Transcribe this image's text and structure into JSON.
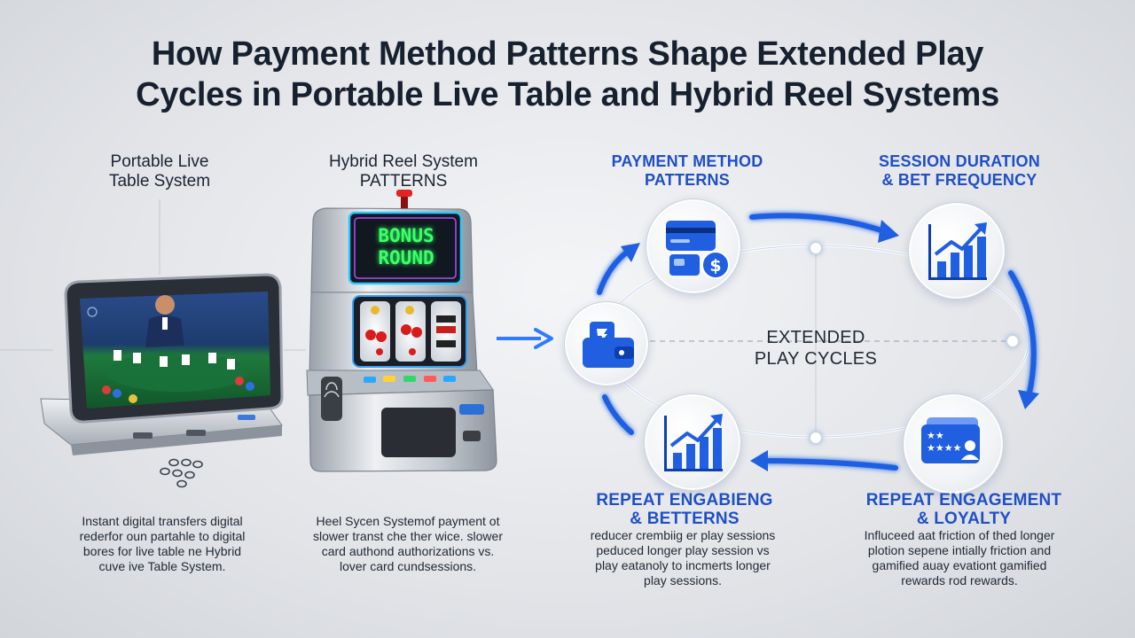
{
  "title": {
    "line1": "How Payment Method Patterns Shape Extended Play",
    "line2": "Cycles in Portable Live Table and Hybrid Reel Systems"
  },
  "portable": {
    "heading_line1": "Portable Live",
    "heading_line2": "Table System",
    "desc_line1": "Instant digital transfers digital",
    "desc_line2": "rederfor oun partahle to digital",
    "desc_line3": "bores for live table ne Hybrid",
    "desc_line4": "cuve ive Table System."
  },
  "hybrid": {
    "heading_line1": "Hybrid Reel System",
    "heading_line2": "PATTERNS",
    "screen_line1": "BONUS",
    "screen_line2": "ROUND",
    "desc_line1": "Heel Sycen Systemof payment ot",
    "desc_line2": "slower transt che ther wice. slower",
    "desc_line3": "card authond authorizations vs.",
    "desc_line4": "lover card cundsessions."
  },
  "cycle": {
    "center_line1": "EXTENDED",
    "center_line2": "PLAY CYCLES",
    "payment_heading_line1": "PAYMENT METHOD",
    "payment_heading_line2": "PATTERNS",
    "session_heading_line1": "SESSION DURATION",
    "session_heading_line2": "& BET FREQUENCY",
    "repeat_left_heading_line1": "REPEAT ENGABIENG",
    "repeat_left_heading_line2": "& BETTERNS",
    "repeat_left_desc_line1": "reducer crembiig er play sessions",
    "repeat_left_desc_line2": "peduced longer play session vs",
    "repeat_left_desc_line3": "play eatanoly to incmerts longer",
    "repeat_left_desc_line4": "play sessions.",
    "repeat_right_heading_line1": "REPEAT ENGAGEMENT",
    "repeat_right_heading_line2": "& LOYALTY",
    "repeat_right_desc_line1": "Influceed aat friction of thed longer",
    "repeat_right_desc_line2": "plotion sepene intially friction and",
    "repeat_right_desc_line3": "gamified auay evationt gamified",
    "repeat_right_desc_line4": "rewards rod rewards."
  },
  "icons": {
    "payment": "credit-card-and-dollar-icon",
    "wallet": "wallet-icon",
    "session": "bar-chart-growth-icon",
    "repeat": "bar-chart-growth-icon",
    "loyalty": "loyalty-card-icon"
  },
  "colors": {
    "accent_blue": "#1f5fe0",
    "heading_blue": "#1f4fc8",
    "screen_green": "#3cff6a"
  }
}
